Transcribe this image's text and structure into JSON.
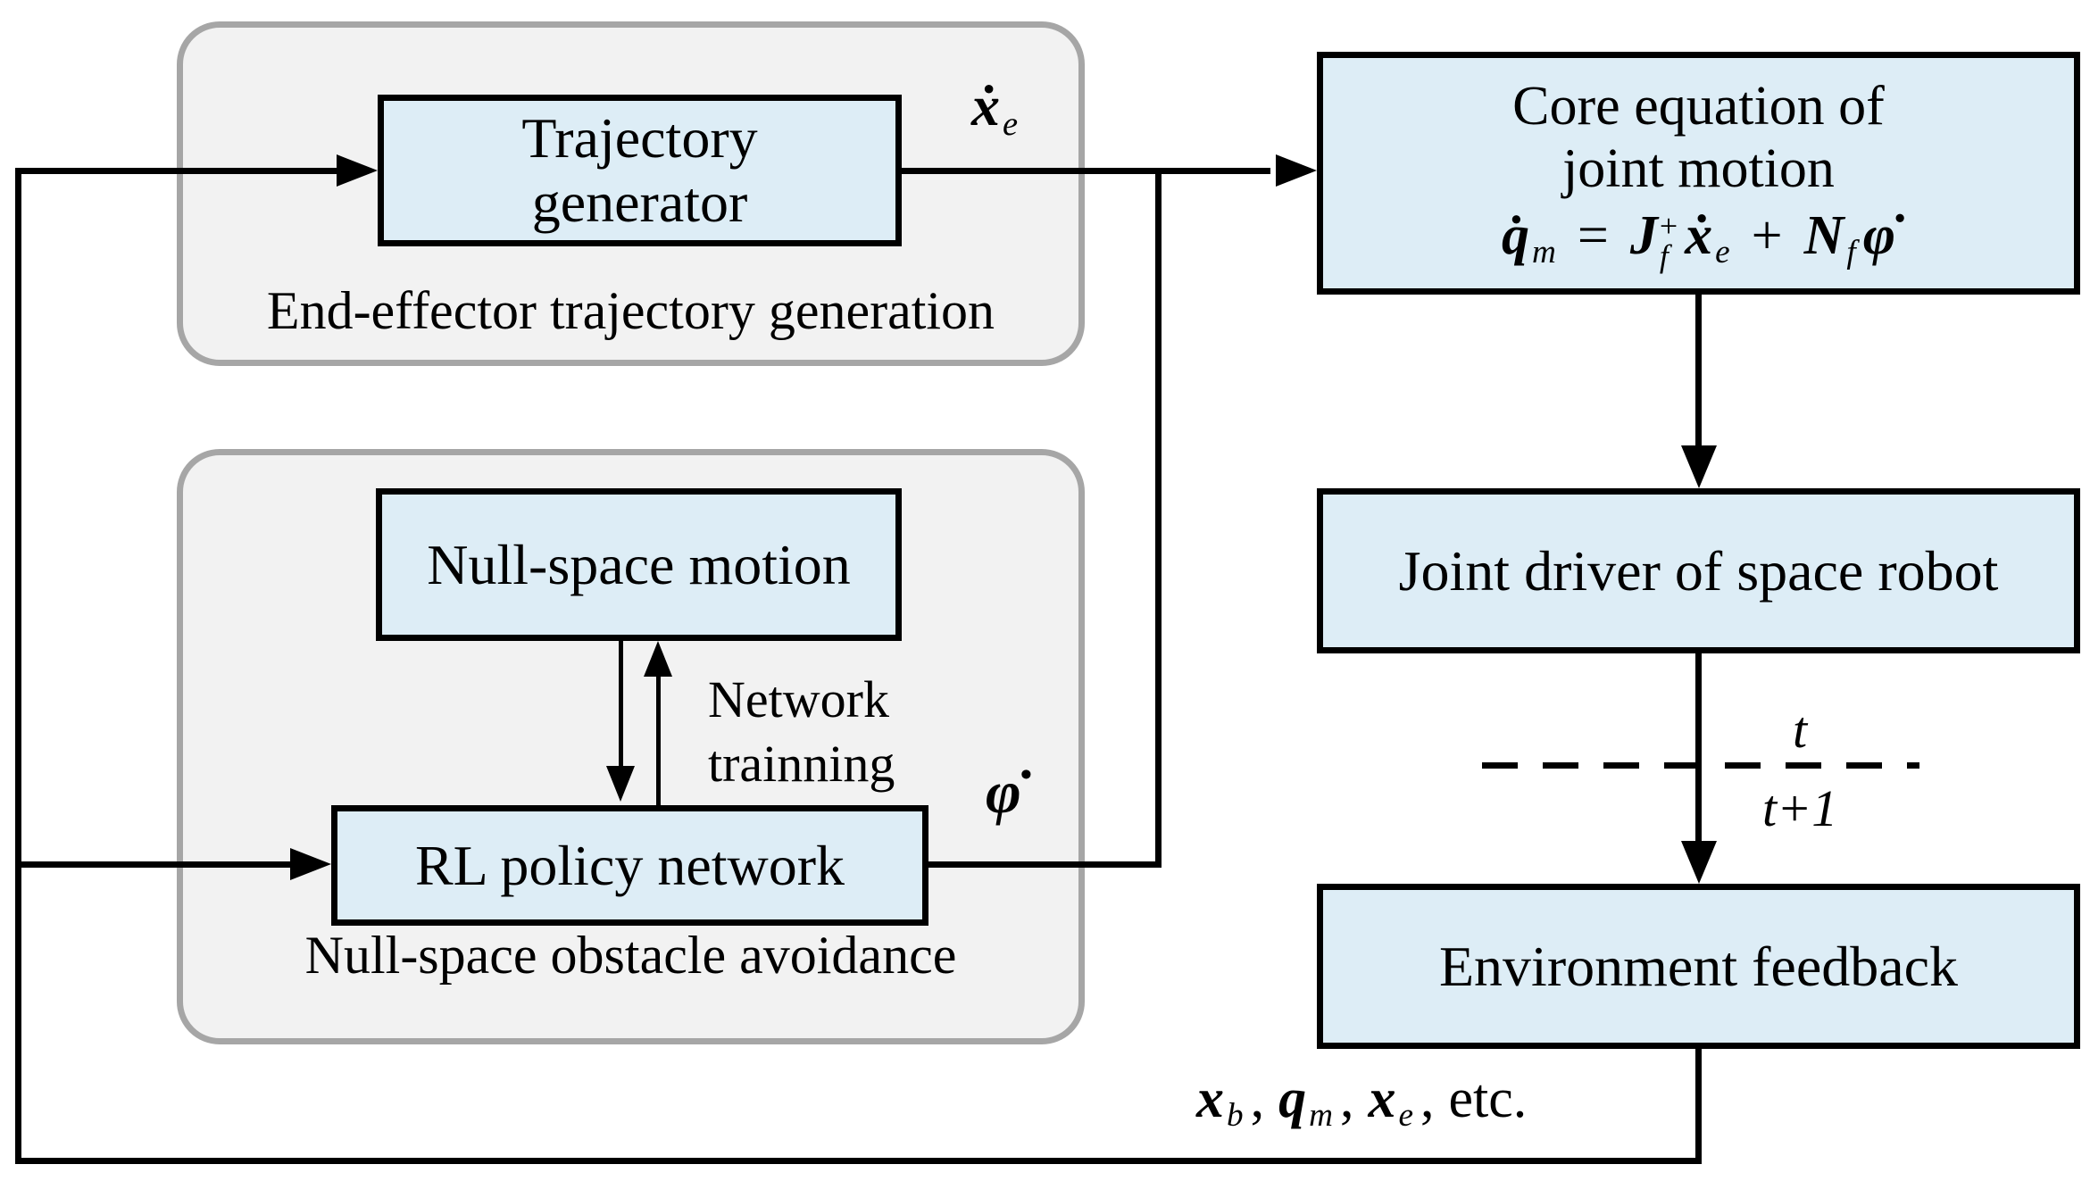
{
  "colors": {
    "background": "#ffffff",
    "box_fill": "#ddedf6",
    "box_border": "#000000",
    "group_fill": "#f2f2f2",
    "group_border": "#a6a6a6",
    "line": "#000000"
  },
  "groups": {
    "trajectory": {
      "caption": "End-effector trajectory generation"
    },
    "nullspace": {
      "caption": "Null-space obstacle avoidance"
    }
  },
  "boxes": {
    "trajectory_generator": {
      "line1": "Trajectory",
      "line2": "generator"
    },
    "null_space_motion": {
      "label": "Null-space motion"
    },
    "rl_policy_network": {
      "label": "RL policy network"
    },
    "core_equation": {
      "line1": "Core equation of",
      "line2": "joint motion",
      "equation": {
        "q": "q̇",
        "q_sub": "m",
        "equals": "=",
        "J": "J",
        "J_sup": "+",
        "J_sub": "f",
        "x": "ẋ",
        "x_sub": "e",
        "plus": "+",
        "N": "N",
        "N_sub": "f",
        "phi": "φ̇"
      }
    },
    "joint_driver": {
      "label": "Joint driver of space robot"
    },
    "environment_feedback": {
      "label": "Environment feedback"
    }
  },
  "labels": {
    "xe": {
      "base": "ẋ",
      "sub": "e"
    },
    "phi": {
      "base": "φ̇"
    },
    "network_training": {
      "line1": "Network",
      "line2": "trainning"
    },
    "time_step": {
      "numerator": "t",
      "denominator": "t+1"
    },
    "feedback_signals": {
      "x1": "x",
      "x1_sub": "b",
      "sep1": ",",
      "x2": "q",
      "x2_sub": "m",
      "sep2": ",",
      "x3": "x",
      "x3_sub": "e",
      "sep3": ",",
      "etc": "etc."
    }
  }
}
